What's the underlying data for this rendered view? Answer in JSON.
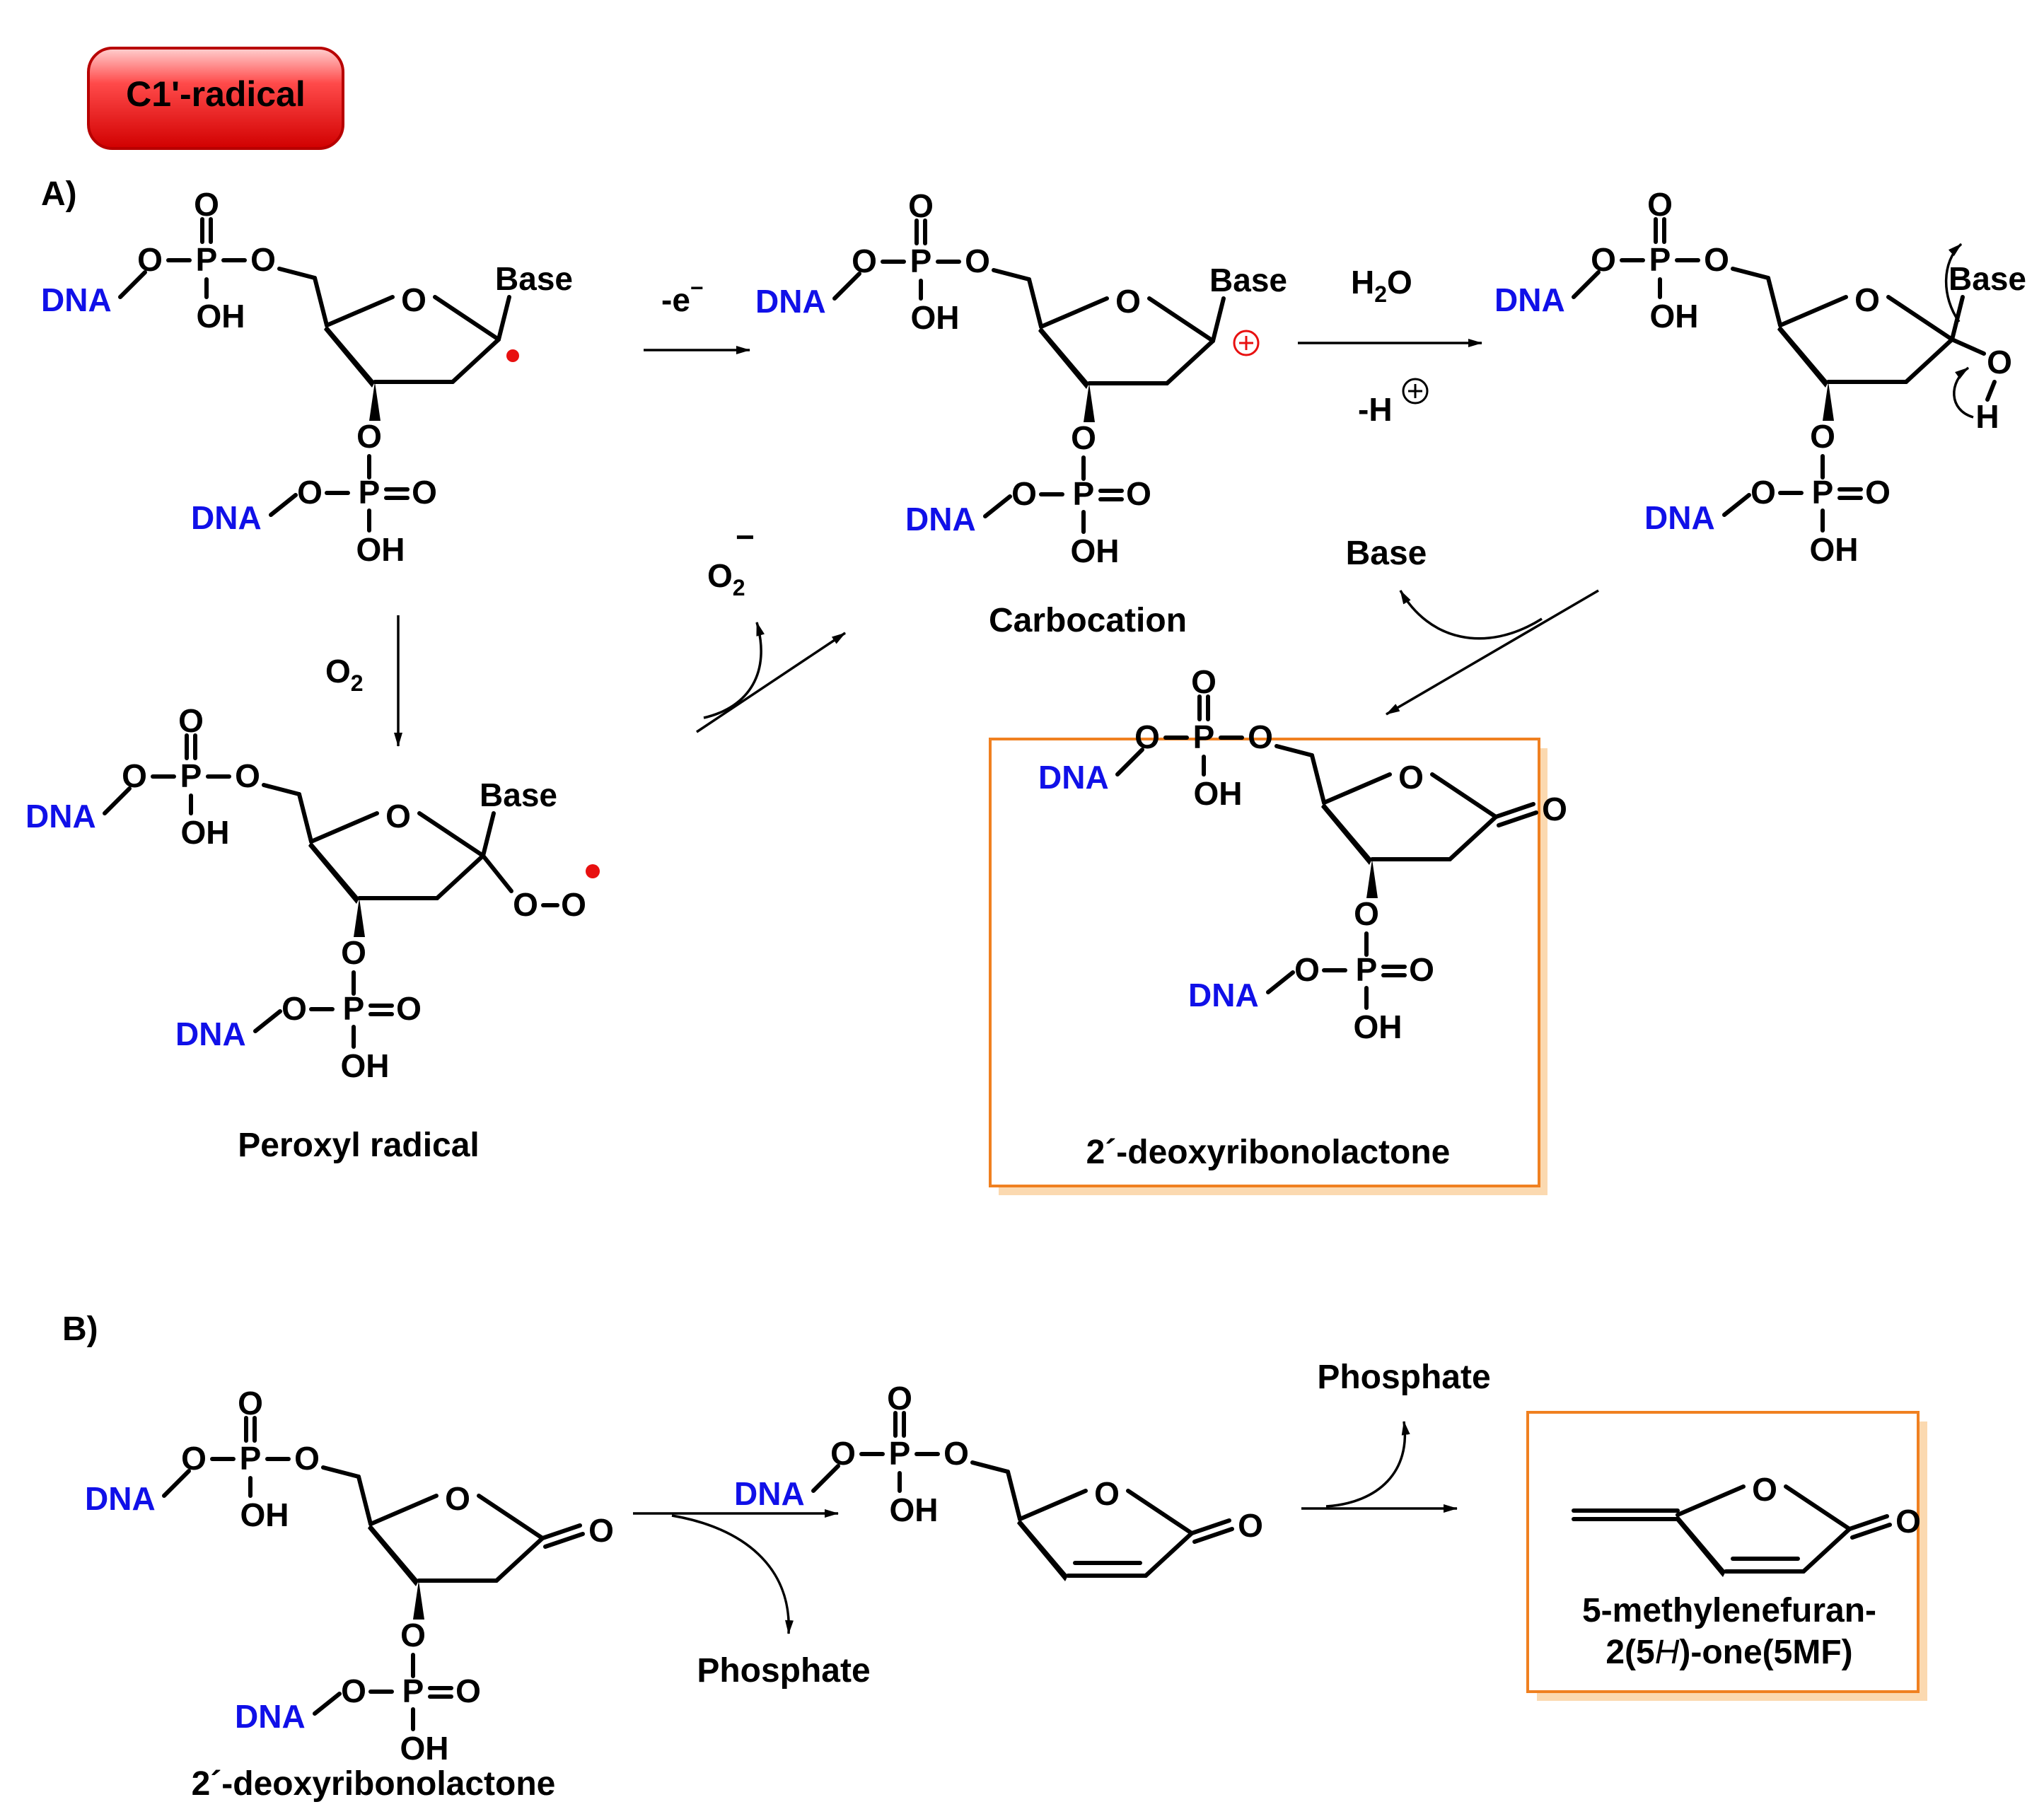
{
  "colors": {
    "dna": "#1010e8",
    "radical_dot": "#e81010",
    "box_border": "#f08020",
    "box_shadow": "#fbd9b0",
    "badge": "#ee1c24",
    "charge": "#e81010"
  },
  "badge": {
    "label": "C1'-radical"
  },
  "section_a": {
    "label": "A)"
  },
  "section_b": {
    "label": "B)"
  },
  "atoms": {
    "dna": "DNA",
    "o": "O",
    "p": "P",
    "oh": "OH",
    "base": "Base",
    "h": "H"
  },
  "reagents": {
    "minus_e": "-e",
    "minus_sign": "−",
    "h2o_h": "H",
    "h2o_sub": "2",
    "h2o_o": "O",
    "minus_h": "-H",
    "o2": "O",
    "o2_sub": "2",
    "superoxide": "O",
    "superoxide_sub": "2",
    "superoxide_charge": "−",
    "base": "Base",
    "phosphate_1": "Phosphate",
    "phosphate_2": "Phosphate"
  },
  "labels": {
    "carbocation": "Carbocation",
    "peroxyl": "Peroxyl radical",
    "lactone_a": "2´-deoxyribonolactone",
    "lactone_b": "2´-deoxyribonolactone",
    "mf_line1": "5-methylenefuran-",
    "mf_line2_pre": "2(5",
    "mf_line2_it": "H",
    "mf_line2_post": ")-one(5MF)"
  }
}
